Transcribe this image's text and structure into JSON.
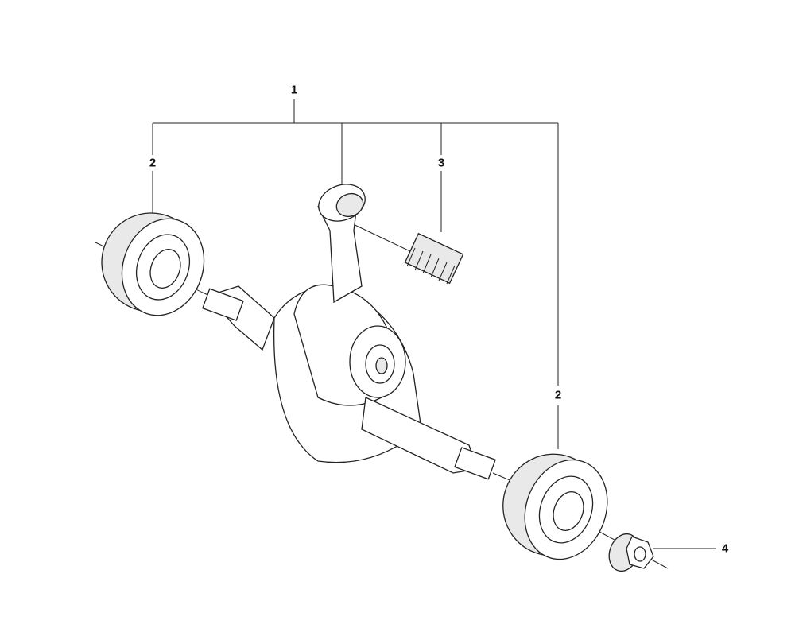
{
  "diagram": {
    "callouts": [
      {
        "id": "callout-1",
        "label": "1"
      },
      {
        "id": "callout-2-left",
        "label": "2"
      },
      {
        "id": "callout-3",
        "label": "3"
      },
      {
        "id": "callout-2-right",
        "label": "2"
      },
      {
        "id": "callout-4",
        "label": "4"
      }
    ]
  }
}
